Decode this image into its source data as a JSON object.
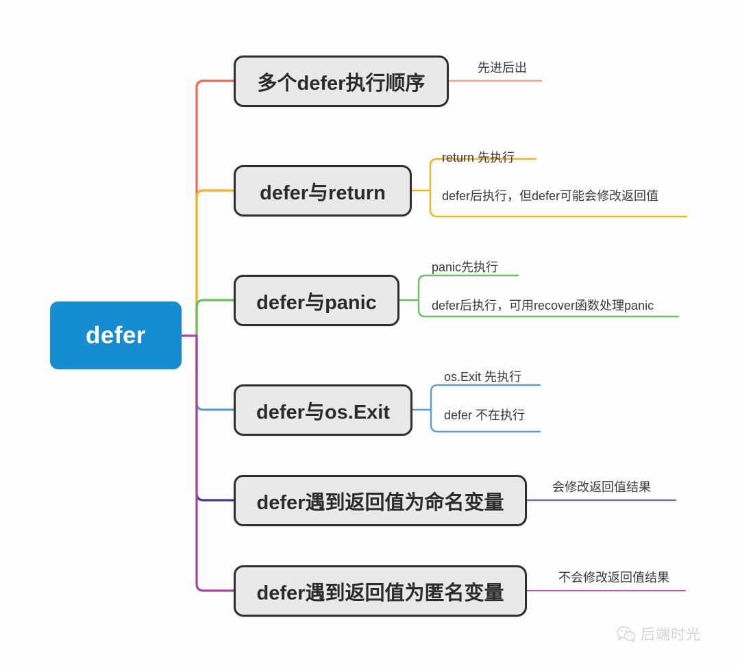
{
  "diagram": {
    "type": "mindmap",
    "title": "defer",
    "root": {
      "label": "defer",
      "color": "#158dd0",
      "text_color": "#ffffff"
    },
    "branches": [
      {
        "label": "多个defer执行顺序",
        "color": "#f0685c",
        "leaves": [
          "先进后出"
        ]
      },
      {
        "label": "defer与return",
        "color": "#f2b322",
        "leaves": [
          "return 先执行",
          "defer后执行，但defer可能会修改返回值"
        ]
      },
      {
        "label": "defer与panic",
        "color": "#6cbf5c",
        "leaves": [
          "panic先执行",
          "defer后执行，可用recover函数处理panic"
        ]
      },
      {
        "label": "defer与os.Exit",
        "color": "#5b9bd8",
        "leaves": [
          "os.Exit 先执行",
          "defer 不在执行"
        ]
      },
      {
        "label": "defer遇到返回值为命名变量",
        "color": "#46369c",
        "leaves": [
          "会修改返回值结果"
        ]
      },
      {
        "label": "defer遇到返回值为匿名变量",
        "color": "#a9459b",
        "leaves": [
          "不会修改返回值结果"
        ]
      }
    ],
    "node_style": {
      "fill": "#e9e9e9",
      "border": "#2e2e2e"
    },
    "watermark": {
      "label": "后端时光",
      "icon": "wechat-icon"
    }
  }
}
